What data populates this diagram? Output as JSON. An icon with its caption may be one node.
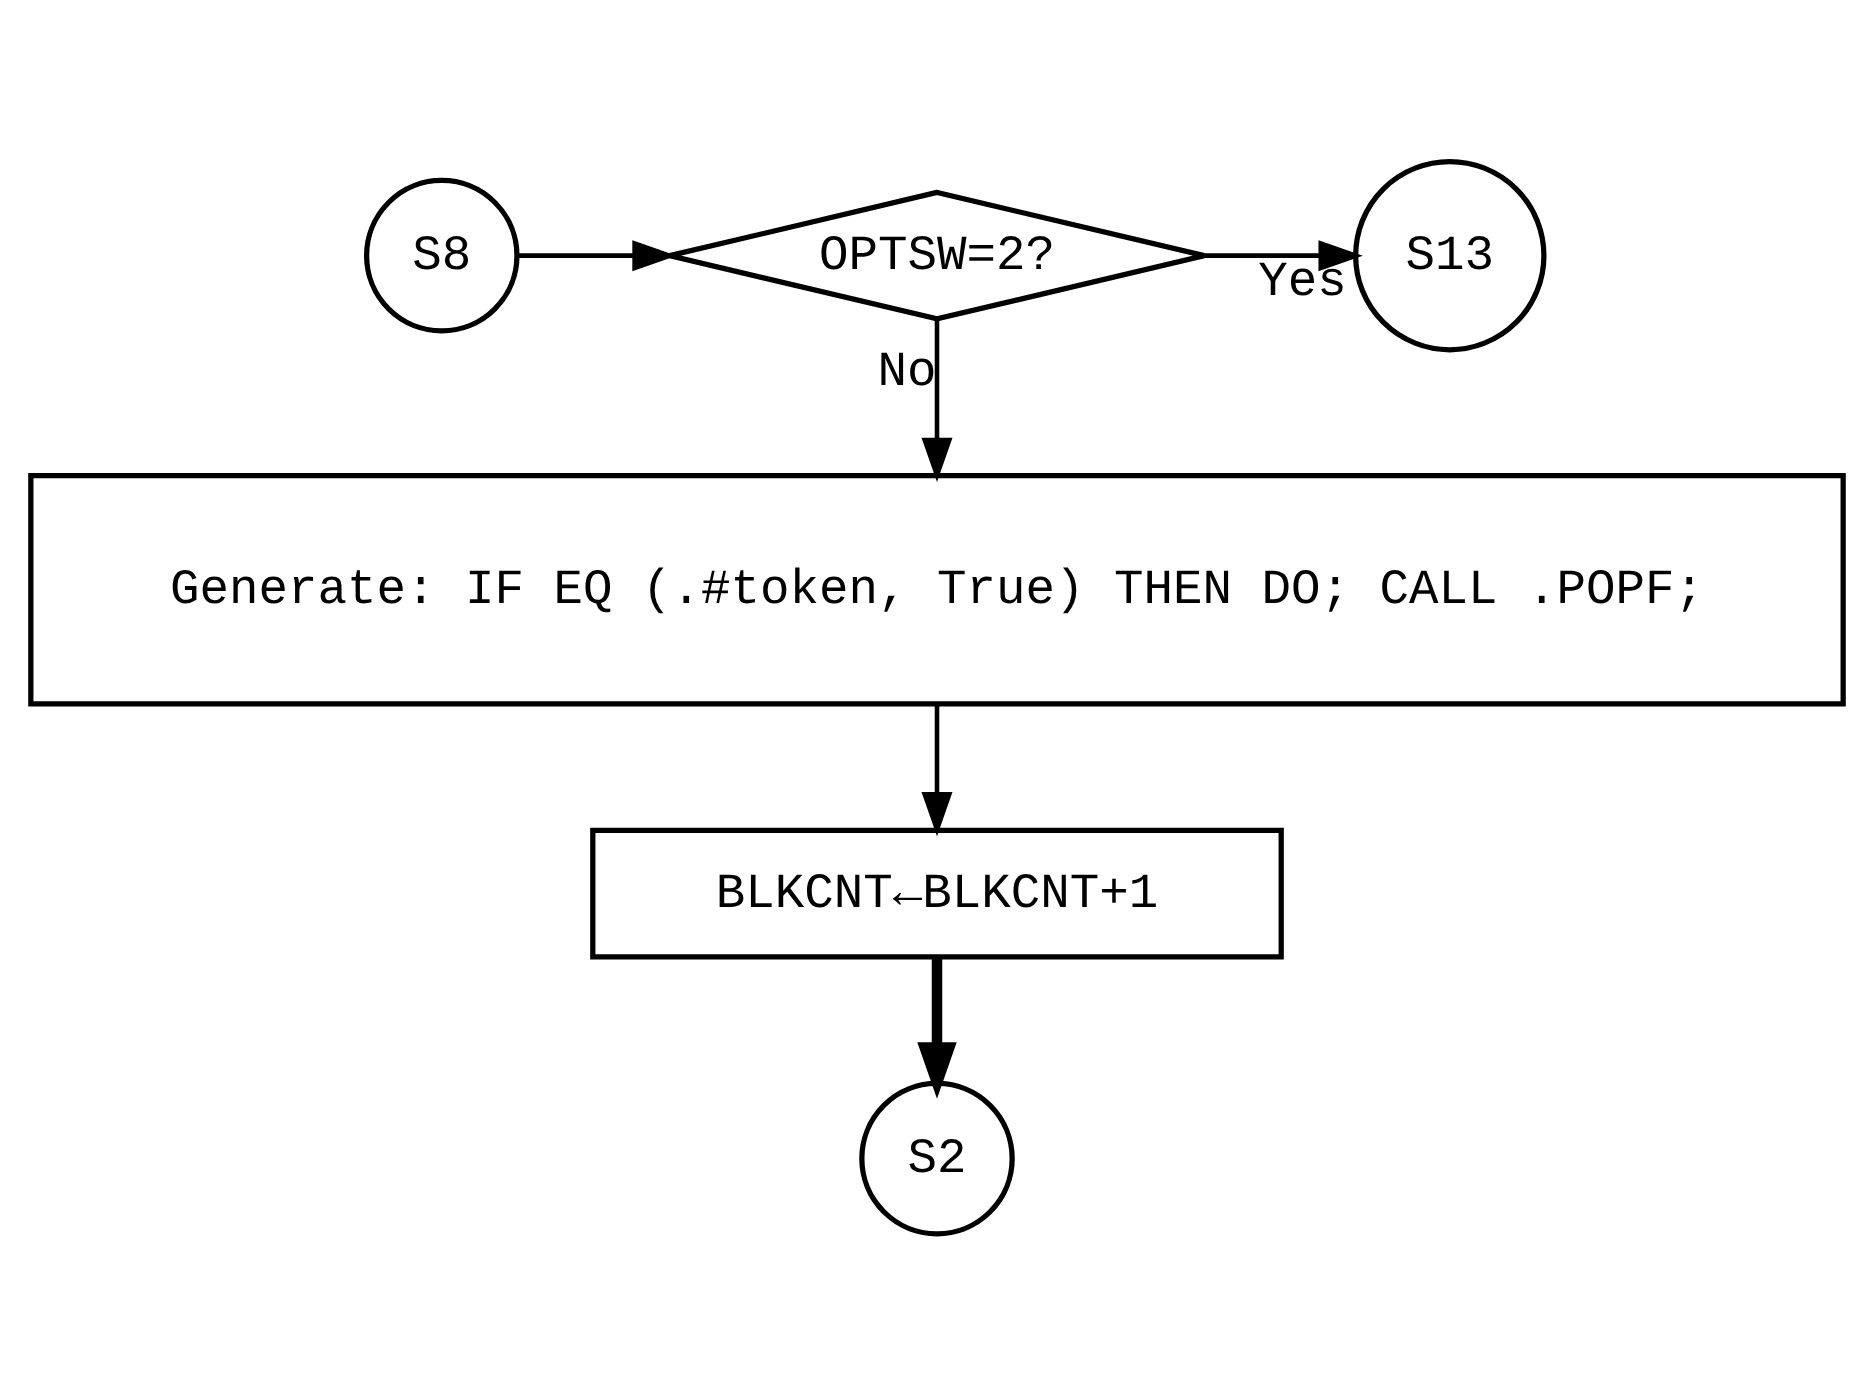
{
  "diagram": {
    "nodes": [
      {
        "text": [
          "S8"
        ]
      },
      {
        "text": [
          "OPTSW=2?"
        ]
      },
      {
        "text": [
          "S13"
        ]
      },
      {
        "text": [
          "Generate: IF EQ (.#token, True) THEN DO; CALL .POPF;"
        ]
      },
      {
        "text": [
          "BLKCNT←BLKCNT+1"
        ]
      },
      {
        "text": [
          "S2"
        ]
      }
    ],
    "edges": [
      {
        "from": 0,
        "to": 1,
        "arrow": "to"
      },
      {
        "from": 1,
        "to": 2,
        "arrow": "to",
        "label": "Yes"
      },
      {
        "from": 1,
        "to": 3,
        "arrow": "to",
        "label": "No"
      },
      {
        "from": 3,
        "to": 4,
        "arrow": "to"
      },
      {
        "from": 4,
        "to": 5,
        "arrow": "to",
        "style": "thick"
      }
    ]
  }
}
